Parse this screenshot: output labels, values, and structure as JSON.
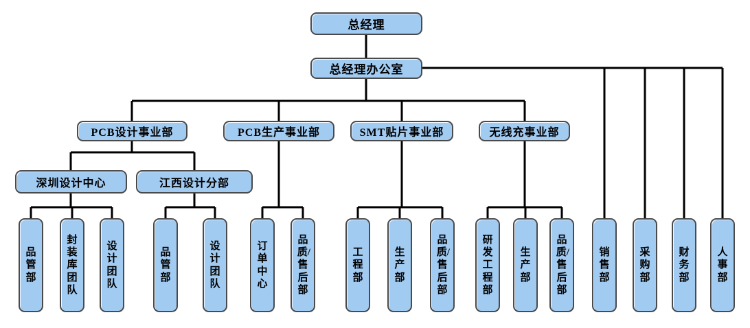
{
  "colors": {
    "node_fill": "#a2cbf2",
    "node_border": "#4a4a4a",
    "connector_line": "#000000",
    "background": "#ffffff",
    "text": "#000000"
  },
  "nodes": {
    "gm": {
      "label": "总经理"
    },
    "gm_office": {
      "label": "总经理办公室"
    },
    "pcb_design_div": {
      "label": "PCB设计事业部"
    },
    "pcb_mfg_div": {
      "label": "PCB生产事业部"
    },
    "smt_div": {
      "label": "SMT贴片事业部"
    },
    "wireless_div": {
      "label": "无线充事业部"
    },
    "sz_design_center": {
      "label": "深圳设计中心"
    },
    "jx_design_branch": {
      "label": "江西设计分部"
    },
    "sz_quality": {
      "label": "品管部"
    },
    "sz_library_team": {
      "label": "封装库团队"
    },
    "sz_design_team": {
      "label": "设计团队"
    },
    "jx_quality": {
      "label": "品管部"
    },
    "jx_design_team": {
      "label": "设计团队"
    },
    "order_center": {
      "label": "订单中心"
    },
    "pcb_mfg_qa": {
      "label": "品质/售后部"
    },
    "smt_engineering": {
      "label": "工程部"
    },
    "smt_production": {
      "label": "生产部"
    },
    "smt_qa": {
      "label": "品质/售后部"
    },
    "wl_rd_engineering": {
      "label": "研发工程部"
    },
    "wl_production": {
      "label": "生产部"
    },
    "wl_qa": {
      "label": "品质/售后部"
    },
    "sales": {
      "label": "销售部"
    },
    "purchasing": {
      "label": "采购部"
    },
    "finance": {
      "label": "财务部"
    },
    "hr": {
      "label": "人事部"
    }
  },
  "edges": [
    [
      "gm",
      "gm_office"
    ],
    [
      "gm_office",
      "pcb_design_div"
    ],
    [
      "gm_office",
      "pcb_mfg_div"
    ],
    [
      "gm_office",
      "smt_div"
    ],
    [
      "gm_office",
      "wireless_div"
    ],
    [
      "gm_office",
      "sales"
    ],
    [
      "gm_office",
      "purchasing"
    ],
    [
      "gm_office",
      "finance"
    ],
    [
      "gm_office",
      "hr"
    ],
    [
      "pcb_design_div",
      "sz_design_center"
    ],
    [
      "pcb_design_div",
      "jx_design_branch"
    ],
    [
      "sz_design_center",
      "sz_quality"
    ],
    [
      "sz_design_center",
      "sz_library_team"
    ],
    [
      "sz_design_center",
      "sz_design_team"
    ],
    [
      "jx_design_branch",
      "jx_quality"
    ],
    [
      "jx_design_branch",
      "jx_design_team"
    ],
    [
      "pcb_mfg_div",
      "order_center"
    ],
    [
      "pcb_mfg_div",
      "pcb_mfg_qa"
    ],
    [
      "smt_div",
      "smt_engineering"
    ],
    [
      "smt_div",
      "smt_production"
    ],
    [
      "smt_div",
      "smt_qa"
    ],
    [
      "wireless_div",
      "wl_rd_engineering"
    ],
    [
      "wireless_div",
      "wl_production"
    ],
    [
      "wireless_div",
      "wl_qa"
    ]
  ]
}
